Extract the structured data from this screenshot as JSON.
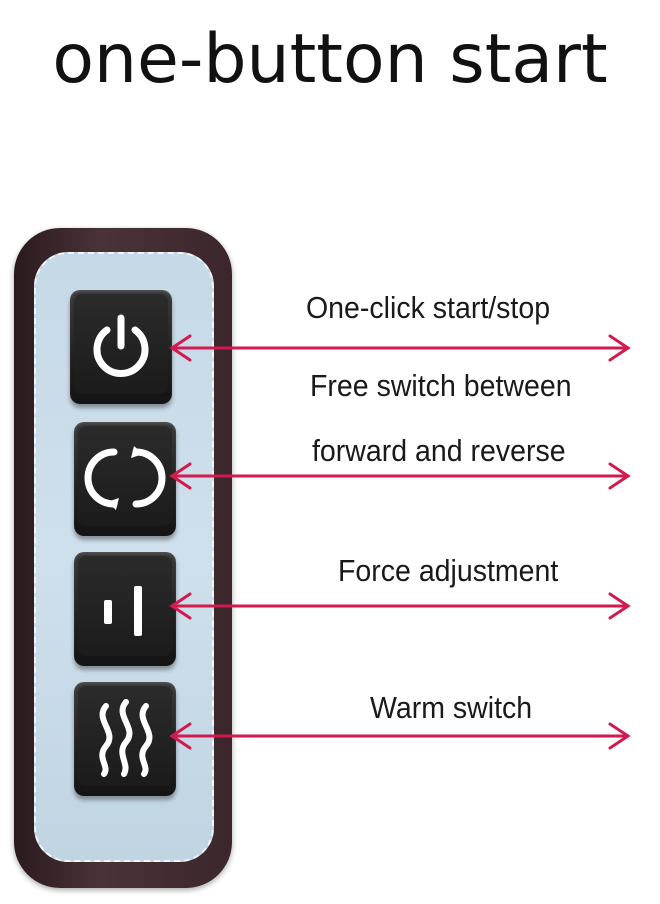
{
  "title": "one-button start",
  "colors": {
    "arrow": "#d21a4e",
    "button": "#1e1e1e",
    "panel": "#c9dce8",
    "frame": "#3a2a2e"
  },
  "buttons": [
    {
      "icon": "power-icon",
      "label": "One-click start/stop"
    },
    {
      "icon": "cycle-arrows-icon",
      "label_line1": "Free switch between",
      "label_line2": "forward and reverse"
    },
    {
      "icon": "level-bars-icon",
      "label": "Force adjustment"
    },
    {
      "icon": "heat-waves-icon",
      "label": "Warm switch"
    }
  ]
}
